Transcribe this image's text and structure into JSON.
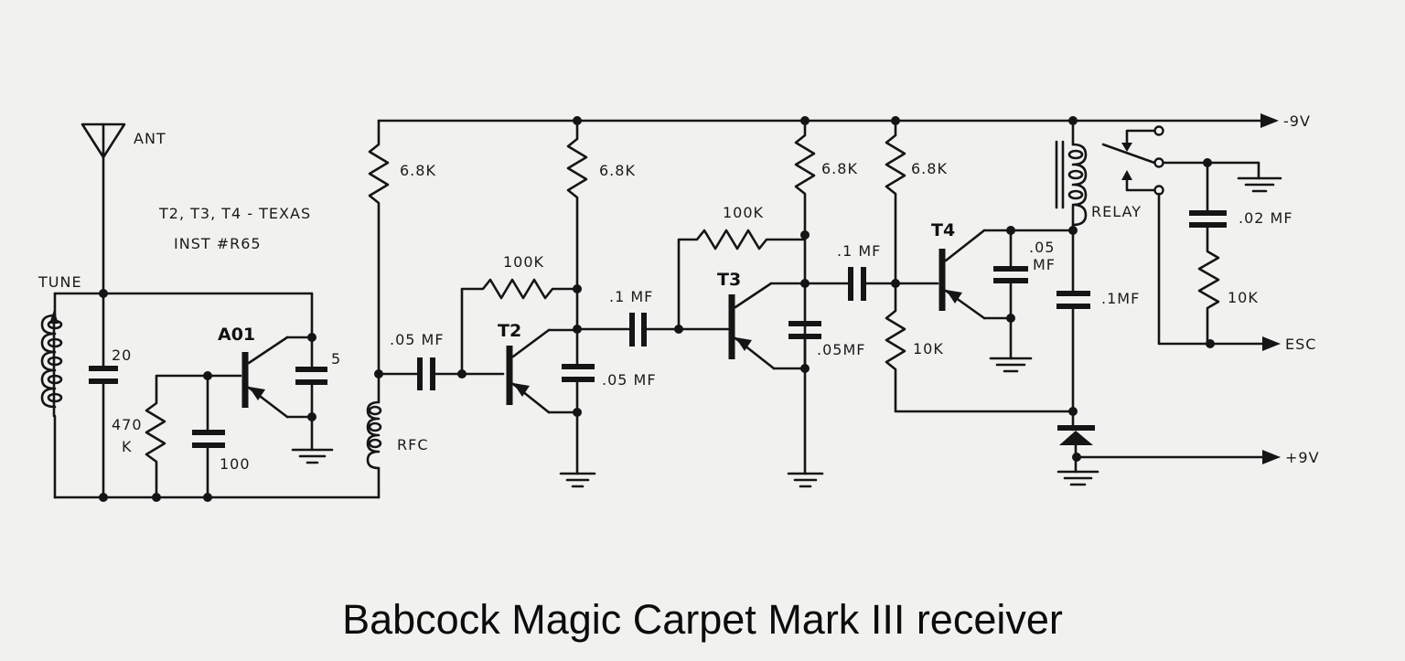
{
  "title": "Babcock Magic Carpet Mark III receiver",
  "note": {
    "line1": "T2, T3, T4 - TEXAS",
    "line2": "INST  #R65"
  },
  "labels": {
    "antenna": "ANT",
    "tune": "TUNE",
    "c_tune": "20",
    "r_bias": "470",
    "r_bias_unit": "K",
    "c_bias": "100",
    "c_fb": "5",
    "q1": "A01",
    "rfc": "RFC",
    "r1": "6.8K",
    "c_in": ".05 MF",
    "q2": "T2",
    "r2": "6.8K",
    "r_fb2": "100K",
    "c_e2": ".05 MF",
    "c_c23": ".1 MF",
    "q3": "T3",
    "r3": "6.8K",
    "r_fb3": "100K",
    "c_e3": ".05MF",
    "c_c34": ".1 MF",
    "r4": "6.8K",
    "r_base4": "10K",
    "q4": "T4",
    "c_e4_top": ".05",
    "c_e4_bot": "MF",
    "c_relay": ".1MF",
    "relay": "RELAY",
    "c_esc": ".02 MF",
    "r_esc": "10K",
    "neg_supply": "-9V",
    "pos_supply": "+9V",
    "esc_out": "ESC"
  }
}
